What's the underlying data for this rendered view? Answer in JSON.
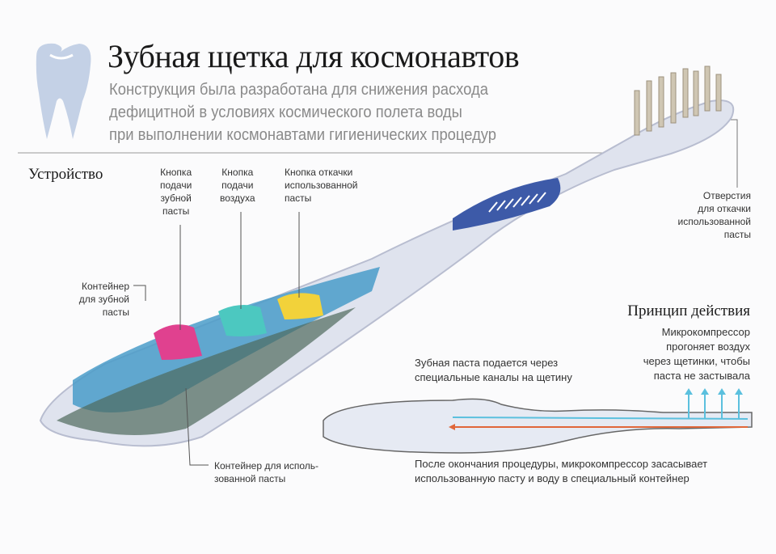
{
  "header": {
    "title": "Зубная щетка для космонавтов",
    "subtitle_lines": [
      "Конструкция была разработана для снижения расхода",
      "дефицитной в условиях космического полета воды",
      "при выполнении космонавтами гигиенических процедур"
    ],
    "icon": "tooth-icon"
  },
  "device": {
    "heading": "Устройство",
    "labels": {
      "paste_button": [
        "Кнопка",
        "подачи",
        "зубной",
        "пасты"
      ],
      "air_button": [
        "Кнопка",
        "подачи",
        "воздуха"
      ],
      "suction_button": [
        "Кнопка откачки",
        "использованной",
        "пасты"
      ],
      "holes": [
        "Отверстия",
        "для откачки",
        "использованной",
        "пасты"
      ],
      "paste_container": [
        "Контейнер",
        "для зубной",
        "пасты"
      ],
      "used_container": [
        "Контейнер для исполь-",
        "зованной пасты"
      ]
    }
  },
  "principle": {
    "heading": "Принцип действия",
    "compressor_text": [
      "Микрокомпрессор",
      "прогоняет воздух",
      "через щетинки, чтобы",
      "паста не застывала"
    ],
    "paste_text": [
      "Зубная паста подается через",
      "специальные каналы на щетину"
    ],
    "after_text": [
      "После окончания процедуры, микрокомпрессор засасывает",
      "использованную пасту и воду в специальный контейнер"
    ]
  },
  "colors": {
    "paste_button": "#e0418f",
    "air_button": "#4cc8c0",
    "suction_button": "#f2d23a",
    "handle_blue": "#3d5aa8",
    "air_flow": "#5bc0de",
    "paste_flow": "#e0673a"
  }
}
